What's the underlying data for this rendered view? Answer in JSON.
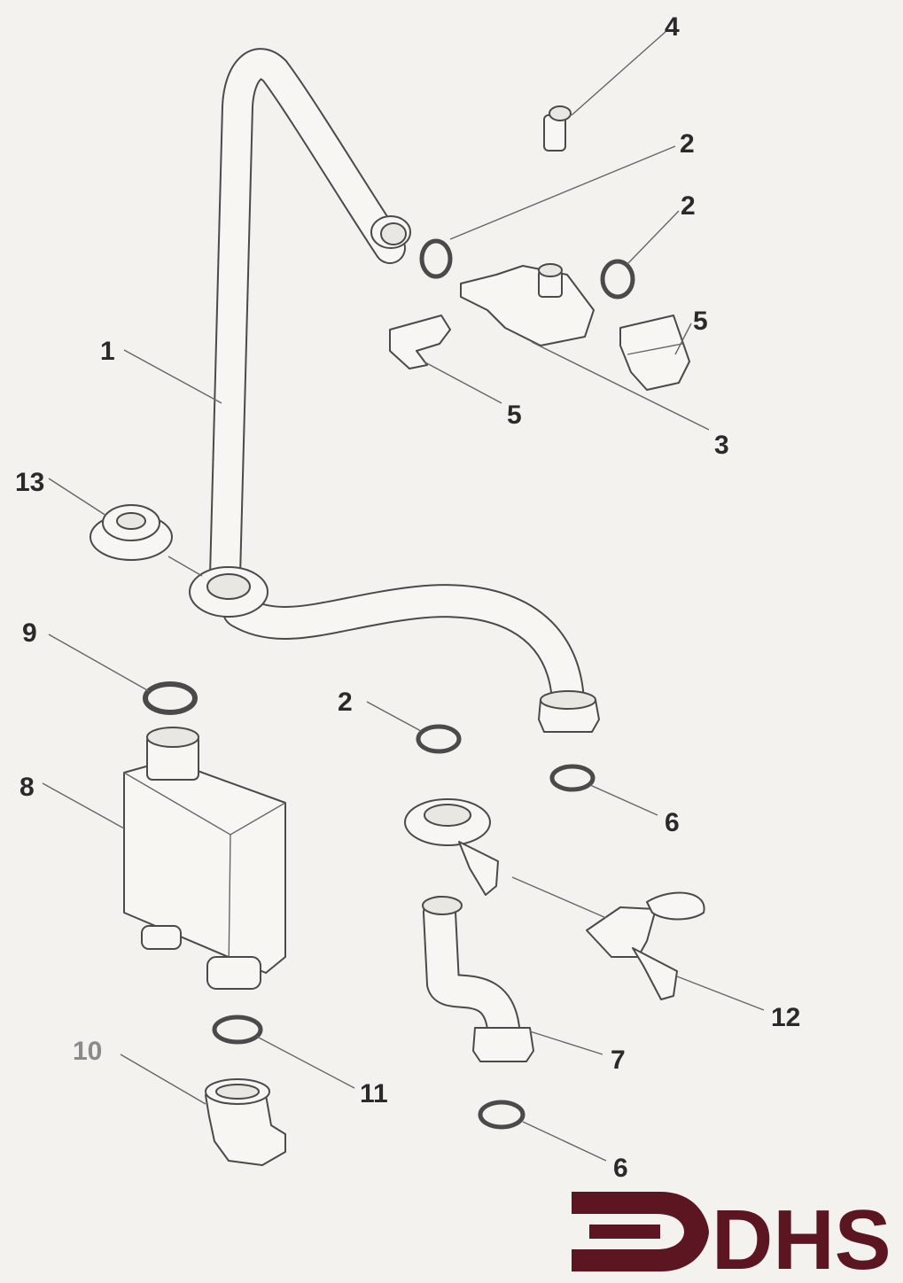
{
  "callouts": [
    {
      "id": "c1",
      "text": "1"
    },
    {
      "id": "c2a",
      "text": "2"
    },
    {
      "id": "c2b",
      "text": "2"
    },
    {
      "id": "c2c",
      "text": "2"
    },
    {
      "id": "c3",
      "text": "3"
    },
    {
      "id": "c4",
      "text": "4"
    },
    {
      "id": "c5a",
      "text": "5"
    },
    {
      "id": "c5b",
      "text": "5"
    },
    {
      "id": "c6a",
      "text": "6"
    },
    {
      "id": "c6b",
      "text": "6"
    },
    {
      "id": "c7",
      "text": "7"
    },
    {
      "id": "c8",
      "text": "8"
    },
    {
      "id": "c9",
      "text": "9"
    },
    {
      "id": "c10",
      "text": "10"
    },
    {
      "id": "c11",
      "text": "11"
    },
    {
      "id": "c12",
      "text": "12"
    },
    {
      "id": "c13",
      "text": "13"
    }
  ],
  "logo": {
    "text": "DHS",
    "color": "#5b1622"
  },
  "colors": {
    "background": "#f4f2ee",
    "line": "#4a4a4a"
  }
}
